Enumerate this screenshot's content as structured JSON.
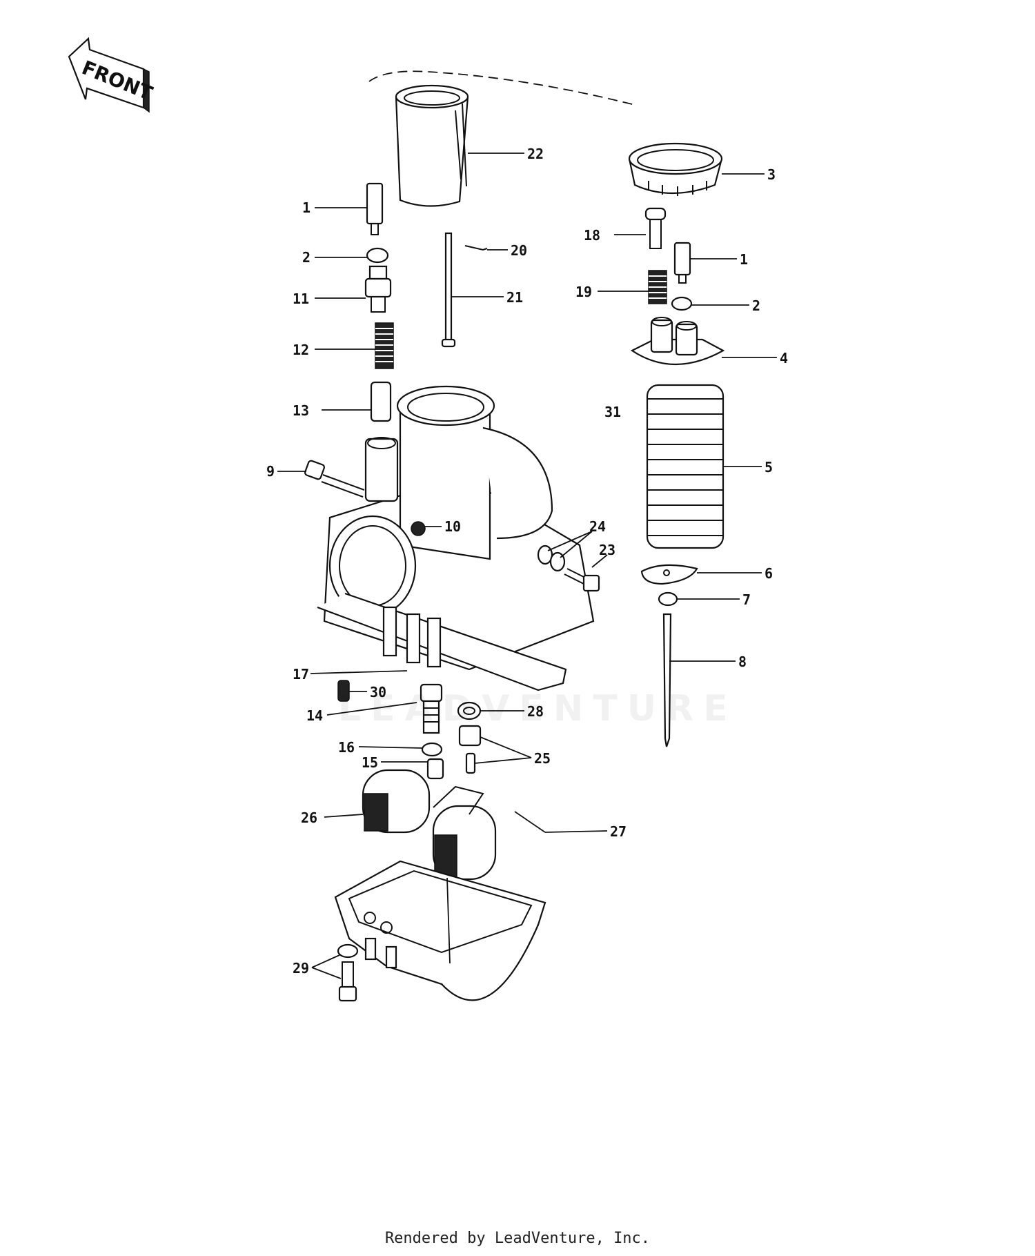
{
  "front_arrow": {
    "text": "FRONT"
  },
  "watermark": {
    "text": "LEADVENTURE"
  },
  "footer": {
    "text": "Rendered by LeadVenture, Inc."
  },
  "callouts": [
    {
      "id": "c22",
      "text": "22"
    },
    {
      "id": "c3",
      "text": "3"
    },
    {
      "id": "c1a",
      "text": "1"
    },
    {
      "id": "c18",
      "text": "18"
    },
    {
      "id": "c20",
      "text": "20"
    },
    {
      "id": "c2a",
      "text": "2"
    },
    {
      "id": "c1b",
      "text": "1"
    },
    {
      "id": "c11",
      "text": "11"
    },
    {
      "id": "c21",
      "text": "21"
    },
    {
      "id": "c19",
      "text": "19"
    },
    {
      "id": "c2b",
      "text": "2"
    },
    {
      "id": "c12",
      "text": "12"
    },
    {
      "id": "c4",
      "text": "4"
    },
    {
      "id": "c13",
      "text": "13"
    },
    {
      "id": "c31",
      "text": "31"
    },
    {
      "id": "c9",
      "text": "9"
    },
    {
      "id": "c5",
      "text": "5"
    },
    {
      "id": "c10",
      "text": "10"
    },
    {
      "id": "c24",
      "text": "24"
    },
    {
      "id": "c23",
      "text": "23"
    },
    {
      "id": "c6",
      "text": "6"
    },
    {
      "id": "c7",
      "text": "7"
    },
    {
      "id": "c8",
      "text": "8"
    },
    {
      "id": "c17",
      "text": "17"
    },
    {
      "id": "c30",
      "text": "30"
    },
    {
      "id": "c14",
      "text": "14"
    },
    {
      "id": "c28",
      "text": "28"
    },
    {
      "id": "c16",
      "text": "16"
    },
    {
      "id": "c25",
      "text": "25"
    },
    {
      "id": "c15",
      "text": "15"
    },
    {
      "id": "c26",
      "text": "26"
    },
    {
      "id": "c27",
      "text": "27"
    },
    {
      "id": "c29",
      "text": "29"
    }
  ]
}
